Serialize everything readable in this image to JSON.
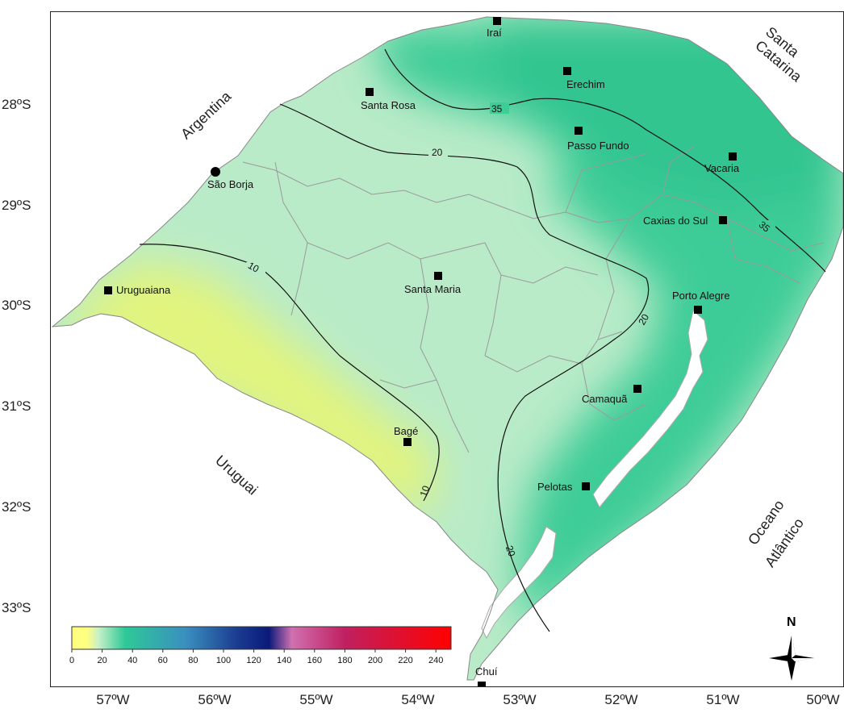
{
  "axes": {
    "latitudes": [
      "28ºS",
      "29ºS",
      "30ºS",
      "31ºS",
      "32ºS",
      "33ºS"
    ],
    "longitudes": [
      "57ºW",
      "56ºW",
      "55ºW",
      "54ºW",
      "53ºW",
      "52ºW",
      "51ºW",
      "50ºW"
    ]
  },
  "regions": {
    "argentina": "Argentina",
    "uruguai": "Uruguai",
    "santa": "Santa",
    "catarina": "Catarina",
    "oceano": "Oceano",
    "atlantico": "Atlântico"
  },
  "cities": [
    "Iraí",
    "Erechim",
    "Santa Rosa",
    "Passo Fundo",
    "Vacaria",
    "São Borja",
    "Caxias do Sul",
    "Santa Maria",
    "Uruguaiana",
    "Porto Alegre",
    "Camaquã",
    "Bagé",
    "Pelotas",
    "Chuí"
  ],
  "isolines": [
    "35",
    "35",
    "20",
    "20",
    "20",
    "10",
    "10"
  ],
  "colorbar": {
    "ticks": [
      "0",
      "20",
      "40",
      "60",
      "80",
      "100",
      "120",
      "140",
      "160",
      "180",
      "200",
      "220",
      "240"
    ],
    "colors": [
      "#ffff80",
      "#c8f0c8",
      "#2ec997",
      "#3a8fbf",
      "#1a3a8f",
      "#0a1a7a",
      "#d070b0",
      "#c02060",
      "#ff0000"
    ]
  },
  "north_label": "N",
  "colors": {
    "zone_yellow": "#e2f47d",
    "zone_light": "#b9ebc8",
    "zone_green": "#3ecc97",
    "frame": "#222222"
  }
}
